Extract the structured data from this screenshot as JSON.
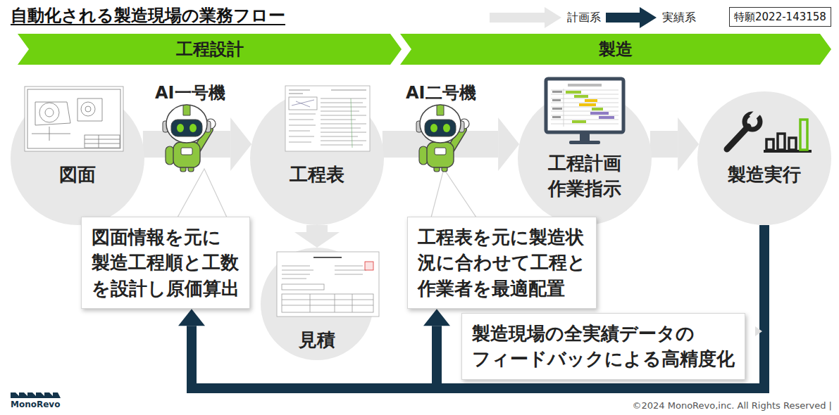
{
  "diagram": {
    "title": "自動化される製造現場の業務フロー",
    "nodes": [
      {
        "text": [
          "特願2022-143158"
        ]
      },
      {
        "text": [
          "工程設計"
        ]
      },
      {
        "text": [
          "製造"
        ]
      },
      {
        "text": [
          "図面"
        ]
      },
      {
        "text": [
          "工程表"
        ]
      },
      {
        "text": [
          "見積"
        ]
      },
      {
        "text": [
          "工程計画 作業指示"
        ]
      },
      {
        "text": [
          "製造実行"
        ]
      },
      {
        "text": [
          "図面情報を元に 製造工程順と工数 を設計し原価算出"
        ]
      },
      {
        "text": [
          "工程表を元に製造状 況に合わせて工程と 作業者を最適配置"
        ]
      },
      {
        "text": [
          "製造現場の全実績データの フィードバックによる高精度化"
        ]
      }
    ],
    "edges": [
      {
        "from": 3,
        "to": 4,
        "arrow": "to"
      },
      {
        "from": 4,
        "to": 5,
        "arrow": "to"
      },
      {
        "from": 4,
        "to": 6,
        "arrow": "to"
      },
      {
        "from": 6,
        "to": 7,
        "arrow": "to"
      },
      {
        "from": 7,
        "to": 8,
        "arrow": "to"
      },
      {
        "from": 7,
        "to": 9,
        "arrow": "to"
      }
    ],
    "labels": [
      "AI一号機",
      "AI二号機",
      "MonoRevo",
      "©2024 MonoRevo,inc. All Rights Reserved |"
    ],
    "legend": [
      {
        "text": "計画系",
        "color": "#e6e6e6"
      },
      {
        "text": "実績系",
        "color": "#14344a"
      }
    ]
  }
}
